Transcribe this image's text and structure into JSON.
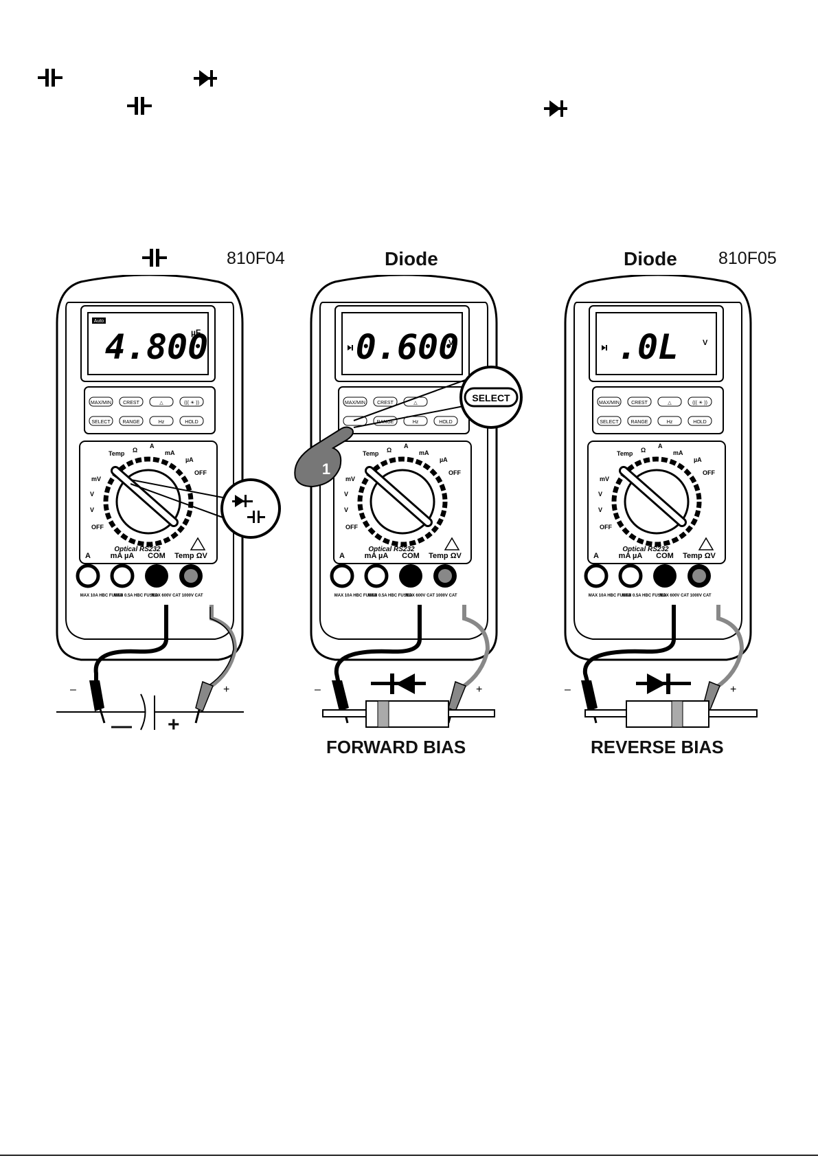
{
  "figures": [
    {
      "id": "cap",
      "heading": "",
      "code": "810F04",
      "lcd_value": "4.800",
      "lcd_unit": "µF",
      "lcd_flag": "Auto",
      "bottom_label": "",
      "lead_minus": "–",
      "lead_plus": "+",
      "component_minus": "—",
      "component_plus": "+"
    },
    {
      "id": "forward",
      "heading": "Diode",
      "code": "",
      "lcd_value": "0.600",
      "lcd_unit": "V",
      "callout": "SELECT",
      "step": "1",
      "bottom_label": "FORWARD BIAS",
      "lead_minus": "–",
      "lead_plus": "+"
    },
    {
      "id": "reverse",
      "heading": "Diode",
      "code": "810F05",
      "lcd_value": ".0L",
      "lcd_unit": "V",
      "bottom_label": "REVERSE BIAS",
      "lead_minus": "–",
      "lead_plus": "+"
    }
  ],
  "meter": {
    "buttons_row1": [
      "MAX/MIN",
      "CREST",
      "△",
      "((( ☀ ))"
    ],
    "buttons_row2": [
      "SELECT",
      "RANGE",
      "Hz",
      "HOLD"
    ],
    "dial_labels": [
      "Temp",
      "Ω",
      "A",
      "mA",
      "µA",
      "OFF",
      "mV",
      "V",
      "V",
      "OFF"
    ],
    "brand": "Optical RS232",
    "jacks": [
      "A",
      "mA µA",
      "COM",
      "Temp ΩV"
    ],
    "fuse_1": "MAX 10A HBC FUSED",
    "fuse_2": "MAX 0.5A HBC FUSED",
    "rating": "MAX 600V CAT 1000V CAT"
  },
  "icons": {
    "capacitor": "capacitor-icon",
    "diode": "diode-icon"
  }
}
